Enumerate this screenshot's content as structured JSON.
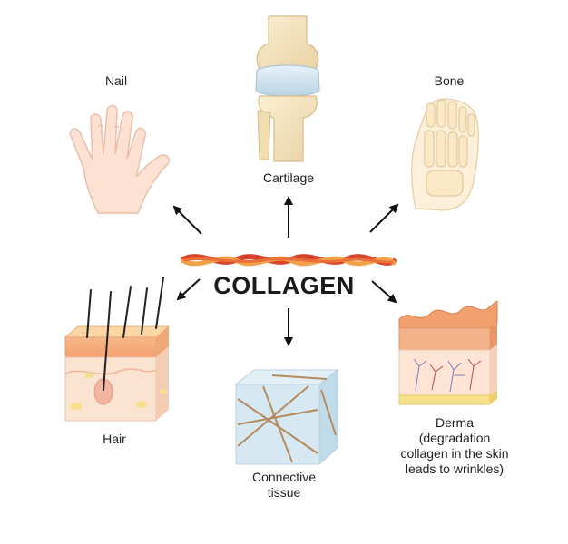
{
  "center": {
    "title": "COLLAGEN"
  },
  "nodes": [
    {
      "id": "nail",
      "label": "Nail",
      "icon": "hand-icon"
    },
    {
      "id": "cartilage",
      "label": "Cartilage",
      "icon": "knee-joint-icon"
    },
    {
      "id": "bone",
      "label": "Bone",
      "icon": "foot-bones-icon"
    },
    {
      "id": "hair",
      "label": "Hair",
      "icon": "hair-follicle-icon"
    },
    {
      "id": "connective",
      "label_lines": [
        "Connective",
        "tissue"
      ],
      "icon": "connective-tissue-cube-icon"
    },
    {
      "id": "derma",
      "label_lines": [
        "Derma",
        "(degradation",
        "collagen in the skin",
        "leads to wrinkles)"
      ],
      "icon": "skin-layers-icon"
    }
  ],
  "edges": [
    {
      "from": "collagen",
      "to": "nail"
    },
    {
      "from": "collagen",
      "to": "cartilage"
    },
    {
      "from": "collagen",
      "to": "bone"
    },
    {
      "from": "collagen",
      "to": "hair"
    },
    {
      "from": "collagen",
      "to": "connective"
    },
    {
      "from": "collagen",
      "to": "derma"
    }
  ],
  "colors": {
    "fiber_red": "#d8432a",
    "fiber_orange": "#f2a24a",
    "skin": "#f4c6a8",
    "skin_light": "#fbe3d2",
    "bone": "#f5e6c4",
    "cartilage": "#cfe3ee",
    "arrow": "#111111"
  }
}
